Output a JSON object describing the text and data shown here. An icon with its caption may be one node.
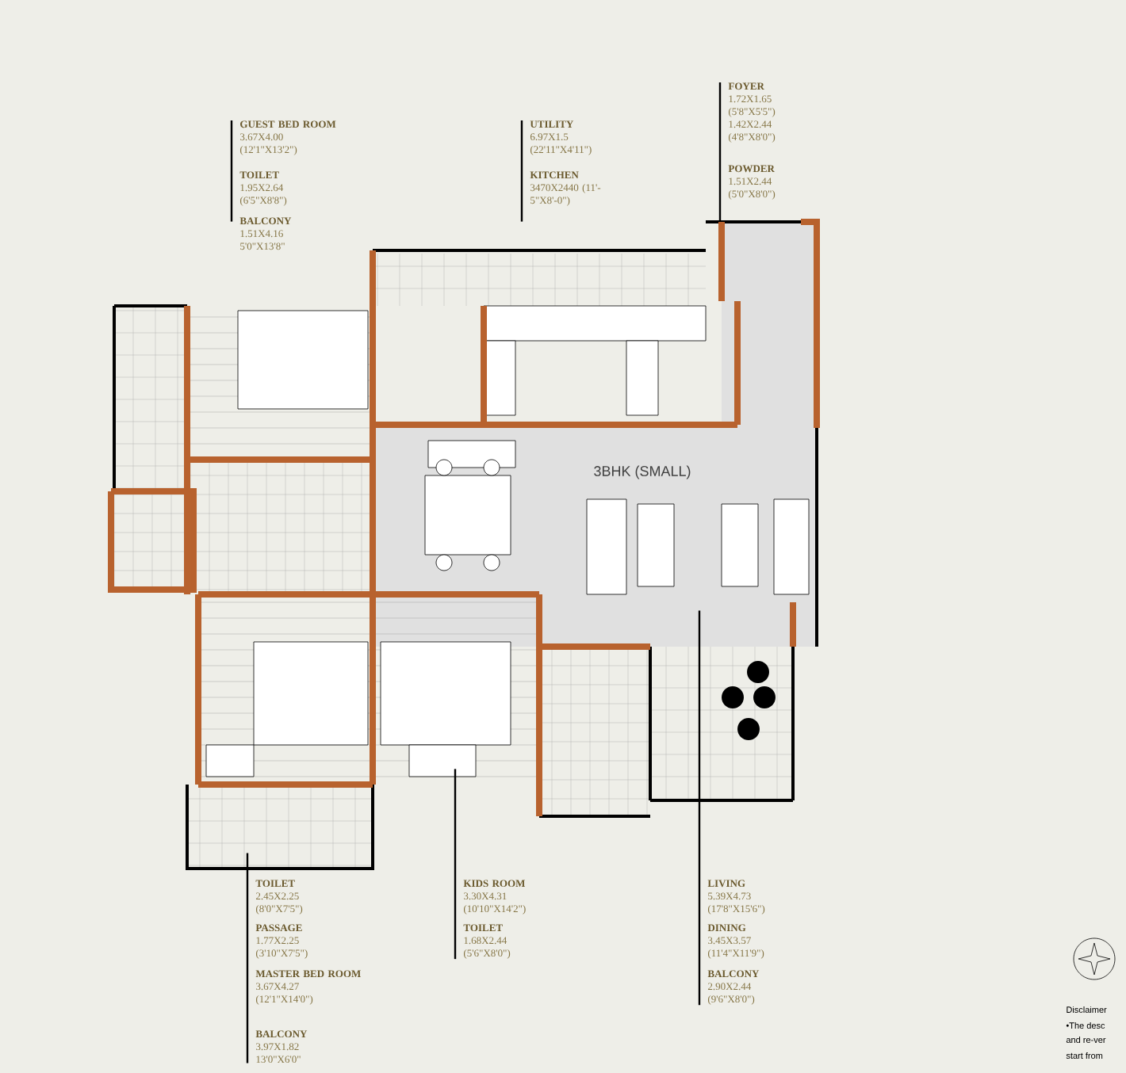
{
  "diagram": {
    "nodes": [
      {
        "text": [],
        "shape": "picture"
      },
      {
        "text": [
          "GUEST BED ROOM",
          "3.67X4.00 (12'1\"X13'2\")"
        ]
      },
      {
        "text": [
          "TOILET",
          "1.95X2.64 (6'5\"X8'8\")"
        ]
      },
      {
        "text": [
          "BALCONY",
          "1.51X4.16 5'0\"X13'8\""
        ]
      },
      {
        "text": [
          "UTILITY",
          "6.97X1.5 (22'11\"X4'11\")"
        ]
      },
      {
        "text": [
          "KITCHEN",
          "3470X2440 (11'-5\"X8'-0\")"
        ]
      },
      {
        "text": [
          "FOYER",
          "1.72X1.65 (5'8\"X5'5\")",
          "1.42X2.44 (4'8\"X8'0\")"
        ]
      },
      {
        "text": [
          "POWDER",
          "1.51X2.44 (5'0\"X8'0\")"
        ]
      },
      {
        "text": [
          "TOILET",
          "2.45X2.25 (8'0\"X7'5\")"
        ]
      },
      {
        "text": [
          "PASSAGE",
          "1.77X2.25 (3'10\"X7'5\")"
        ]
      },
      {
        "text": [
          "MASTER BED ROOM",
          "3.67X4.27 (12'1\"X14'0\")"
        ]
      },
      {
        "text": [
          "BALCONY",
          "3.97X1.82 13'0\"X6'0\""
        ]
      },
      {
        "text": [
          "KIDS ROOM",
          "3.30X4.31 (10'10\"X14'2\")"
        ]
      },
      {
        "text": [
          "TOILET",
          "1.68X2.44 (5'6\"X8'0\")"
        ]
      },
      {
        "text": [
          "LIVING",
          "5.39X4.73 (17'8\"X15'6\")"
        ]
      },
      {
        "text": [
          "DINING",
          "3.45X3.57 (11'4\"X11'9\")"
        ]
      },
      {
        "text": [
          "BALCONY",
          "2.90X2.44 (9'6\"X8'0\")"
        ]
      }
    ],
    "edges": [
      {
        "from": 1,
        "to": 0,
        "arrow": "none"
      },
      {
        "from": 4,
        "to": 0,
        "arrow": "none"
      },
      {
        "from": 6,
        "to": 0,
        "arrow": "none"
      },
      {
        "from": 11,
        "to": 0,
        "arrow": "none"
      },
      {
        "from": 13,
        "to": 0,
        "arrow": "none"
      },
      {
        "from": 16,
        "to": 0,
        "arrow": "none"
      }
    ],
    "labels": [
      "3BHK (SMALL)",
      "Disclaimer",
      "•The desc",
      "and re-ver",
      "start from"
    ]
  }
}
